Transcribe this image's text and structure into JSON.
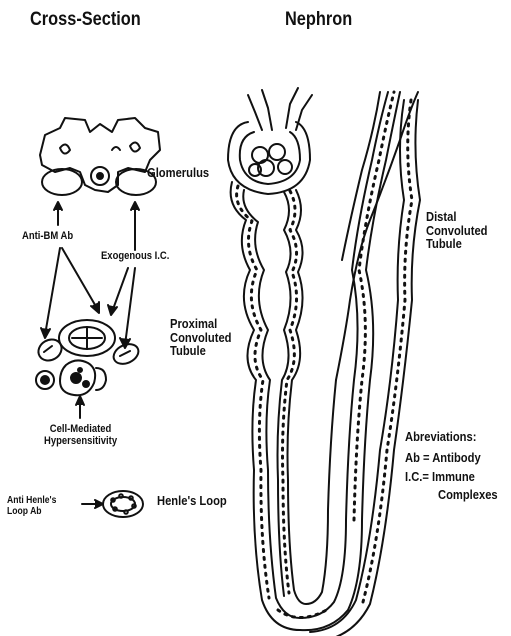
{
  "headers": {
    "cross_section": "Cross-Section",
    "nephron": "Nephron"
  },
  "labels": {
    "glomerulus": "Glomerulus",
    "anti_bm_ab": "Anti-BM Ab",
    "exogenous_ic": "Exogenous I.C.",
    "cell_mediated": "Cell-Mediated\nHypersensitivity",
    "anti_henles_loop_ab": "Anti Henle's\nLoop Ab",
    "henles_loop": "Henle's Loop",
    "proximal_tubule": "Proximal\nConvoluted\nTubule",
    "distal_tubule": "Distal\nConvoluted\nTubule"
  },
  "abbreviations": {
    "title": "Abreviations:",
    "ab": "Ab = Antibody",
    "ic_line1": "I.C.= Immune",
    "ic_line2": "Complexes"
  },
  "colors": {
    "ink": "#111111",
    "background": "#ffffff"
  }
}
